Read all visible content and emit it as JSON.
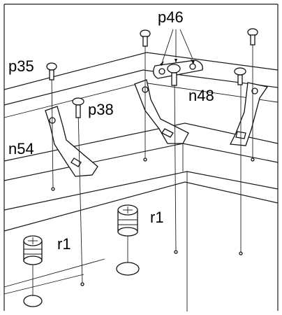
{
  "labels": {
    "p46": "p46",
    "p35": "p35",
    "p38": "p38",
    "n48": "n48",
    "n54": "n54",
    "r1_left": "r1",
    "r1_right": "r1"
  },
  "parts": [
    {
      "id": "p46",
      "name": "screw"
    },
    {
      "id": "p35",
      "name": "screw"
    },
    {
      "id": "p38",
      "name": "screw"
    },
    {
      "id": "n48",
      "name": "bracket"
    },
    {
      "id": "n54",
      "name": "bracket"
    },
    {
      "id": "r1",
      "name": "cam-lock"
    }
  ]
}
